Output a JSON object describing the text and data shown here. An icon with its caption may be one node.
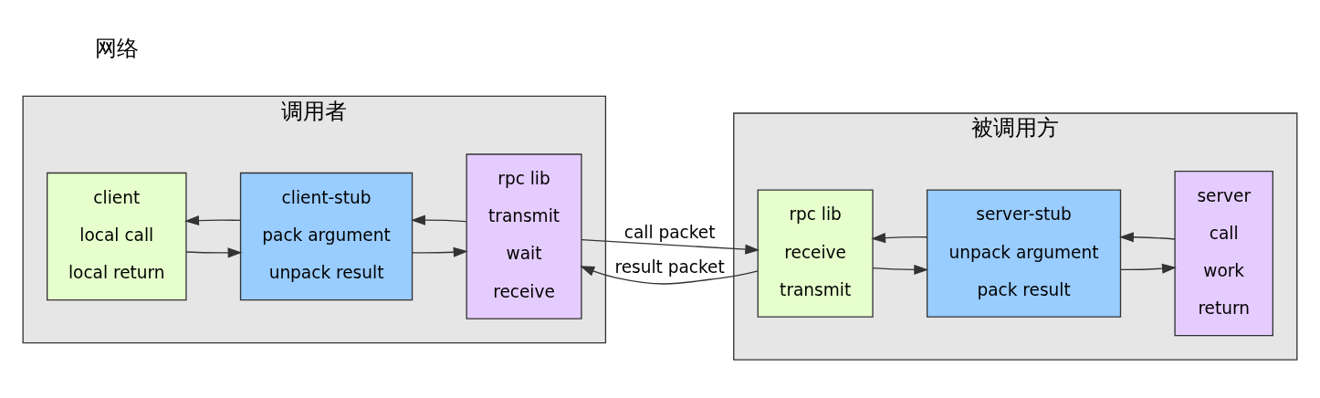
{
  "diagram": {
    "nodes": [
      {
        "text": [
          "调用者"
        ]
      },
      {
        "text": [
          "client",
          "local call",
          "local return"
        ],
        "in": 0
      },
      {
        "text": [
          "client-stub",
          "pack argument",
          "unpack result"
        ],
        "in": 0
      },
      {
        "text": [
          "rpc lib",
          "transmit",
          "wait",
          "receive"
        ],
        "in": 0
      },
      {
        "text": [
          "被调用方"
        ]
      },
      {
        "text": [
          "rpc lib",
          "receive",
          "transmit"
        ],
        "in": 4
      },
      {
        "text": [
          "server-stub",
          "unpack argument",
          "pack result"
        ],
        "in": 4
      },
      {
        "text": [
          "server",
          "call",
          "work",
          "return"
        ],
        "in": 4
      }
    ],
    "edges": [
      {
        "from": 1,
        "to": 2,
        "arrow": "to"
      },
      {
        "from": 2,
        "to": 3,
        "arrow": "to"
      },
      {
        "from": 3,
        "to": 5,
        "arrow": "to",
        "label": "call packet"
      },
      {
        "from": 5,
        "to": 6,
        "arrow": "to"
      },
      {
        "from": 6,
        "to": 7,
        "arrow": "to"
      },
      {
        "from": 7,
        "to": 6,
        "arrow": "to"
      },
      {
        "from": 6,
        "to": 5,
        "arrow": "to"
      },
      {
        "from": 5,
        "to": 3,
        "arrow": "to",
        "label": "result packet"
      },
      {
        "from": 3,
        "to": 2,
        "arrow": "to"
      },
      {
        "from": 2,
        "to": 1,
        "arrow": "to"
      }
    ],
    "labels": [
      "网络"
    ]
  }
}
